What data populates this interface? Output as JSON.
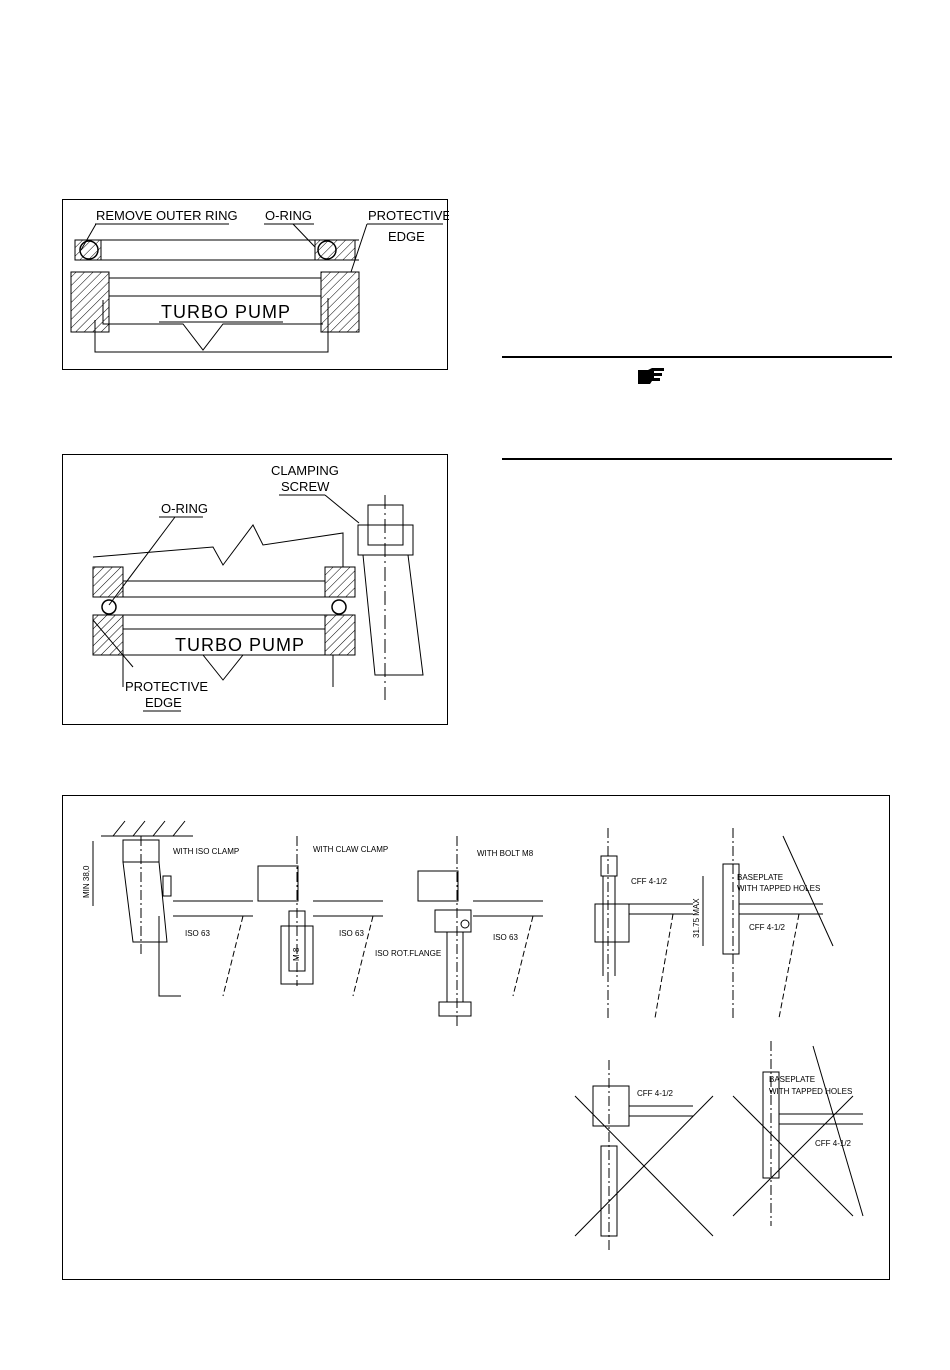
{
  "fig1": {
    "remove_outer_ring": "REMOVE  OUTER  RING",
    "o_ring": "O-RING",
    "protective": "PROTECTIVE",
    "edge": "EDGE",
    "turbo_pump": "TURBO  PUMP"
  },
  "fig2": {
    "clamping": "CLAMPING",
    "screw": "SCREW",
    "o_ring": "O-RING",
    "turbo_pump": "TURBO  PUMP",
    "protective": "PROTECTIVE",
    "edge": "EDGE"
  },
  "fig3": {
    "min_dim": "MIN 38,0",
    "iso_clamp": "WITH ISO CLAMP",
    "claw_clamp": "WITH CLAW CLAMP",
    "bolt_m8": "WITH BOLT M8",
    "iso63_a": "ISO 63",
    "iso63_b": "ISO 63",
    "iso63_c": "ISO 63",
    "m8": "M 8",
    "iso_rot_flange": "ISO ROT.FLANGE",
    "cff_a": "CFF 4-1/2",
    "baseplate_a": "BASEPLATE",
    "tapped_a": "WITH TAPPED HOLES",
    "max_dim": "31.75 MAX",
    "cff_b": "CFF 4-1/2",
    "cff_c": "CFF 4-1/2",
    "baseplate_b": "BASEPLATE",
    "tapped_b": "WITH TAPPED HOLES",
    "cff_d": "CFF 4-1/2"
  },
  "icons": {
    "note": "pointing-hand-icon"
  }
}
